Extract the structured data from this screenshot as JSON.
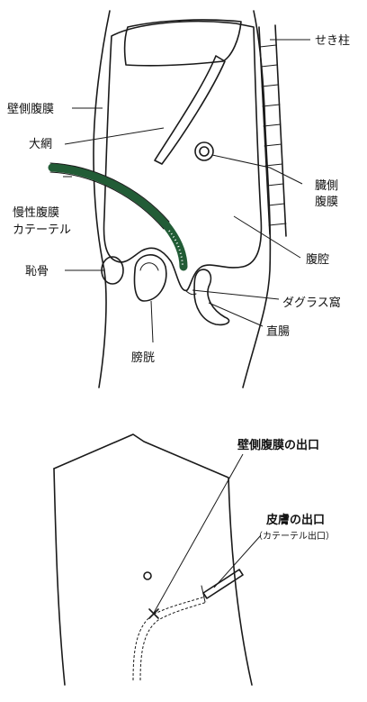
{
  "colors": {
    "cavity_fill": "#f7f2a6",
    "bone_fill": "#b77e52",
    "catheter": "#225c36",
    "outline": "#1a1a1a"
  },
  "top_labels": {
    "spine": "せき柱",
    "parietal_peritoneum": "壁側腹膜",
    "omentum": "大網",
    "catheter_line1": "慢性腹膜",
    "catheter_line2": "カテーテル",
    "visceral_line1": "臓側",
    "visceral_line2": "腹膜",
    "peritoneal_cavity": "腹腔",
    "pubic_bone": "恥骨",
    "douglas_pouch": "ダグラス窩",
    "rectum": "直腸",
    "bladder": "膀胱"
  },
  "bottom_labels": {
    "peritoneal_exit": "壁側腹膜の出口",
    "skin_exit": "皮膚の出口",
    "skin_exit_note": "（カテーテル出口）"
  }
}
